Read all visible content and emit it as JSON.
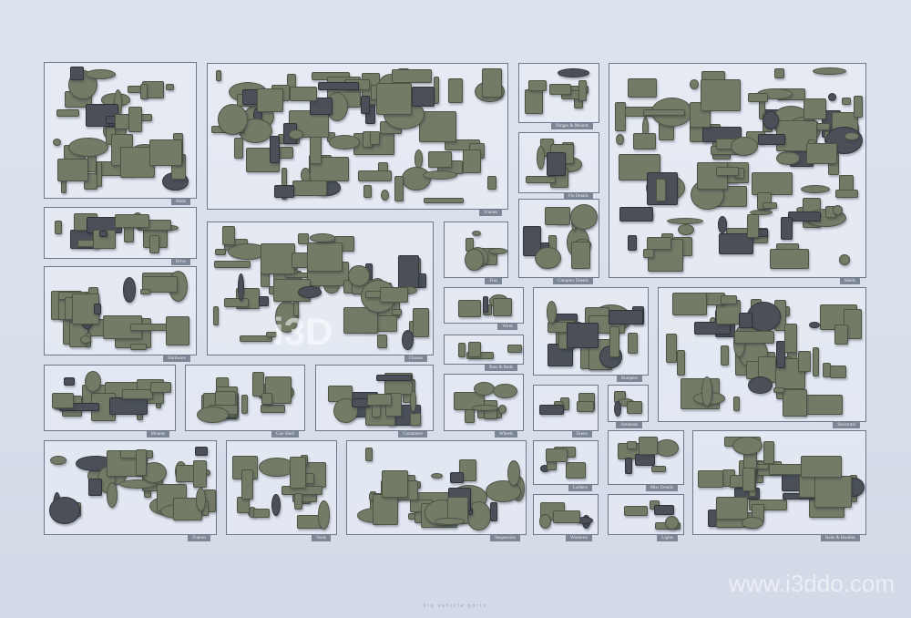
{
  "panels": [
    {
      "label": "Hulls",
      "box": "hulls"
    },
    {
      "label": "Frames",
      "box": "frames-top"
    },
    {
      "label": "Hinges & Mounts",
      "box": "hinges"
    },
    {
      "label": "Fin Details",
      "box": "fin-details"
    },
    {
      "label": "Complex Details",
      "box": "complex"
    },
    {
      "label": "Shells",
      "box": "shells"
    },
    {
      "label": "Drive",
      "box": "drive"
    },
    {
      "label": "Hardware",
      "box": "hardware"
    },
    {
      "label": "Chassis",
      "box": "chassis"
    },
    {
      "label": "Fins",
      "box": "fins"
    },
    {
      "label": "Wires",
      "box": "wires"
    },
    {
      "label": "Bars & Rods",
      "box": "bars"
    },
    {
      "label": "Bumpers",
      "box": "bumpers"
    },
    {
      "label": "Structural",
      "box": "structural"
    },
    {
      "label": "Mounts",
      "box": "mounts"
    },
    {
      "label": "Gun Shell",
      "box": "gun"
    },
    {
      "label": "Containers",
      "box": "containers"
    },
    {
      "label": "Wheels",
      "box": "wheels"
    },
    {
      "label": "Doors",
      "box": "doors"
    },
    {
      "label": "Antennas",
      "box": "antennas"
    },
    {
      "label": "Frames",
      "box": "frames-bottom"
    },
    {
      "label": "Vents",
      "box": "vents"
    },
    {
      "label": "Suspension",
      "box": "suspension"
    },
    {
      "label": "Ladders",
      "box": "ladders"
    },
    {
      "label": "Misc Details",
      "box": "misc"
    },
    {
      "label": "Windows",
      "box": "windows"
    },
    {
      "label": "Lights",
      "box": "lights"
    },
    {
      "label": "Rails & Handles",
      "box": "rails"
    }
  ],
  "watermark": {
    "logo": "i3D",
    "url": "www.i3ddo.com"
  },
  "footer": "big vehicle parts",
  "colors": {
    "background": "#dde3ee",
    "part": "#737a66",
    "border": "#6f7888"
  }
}
